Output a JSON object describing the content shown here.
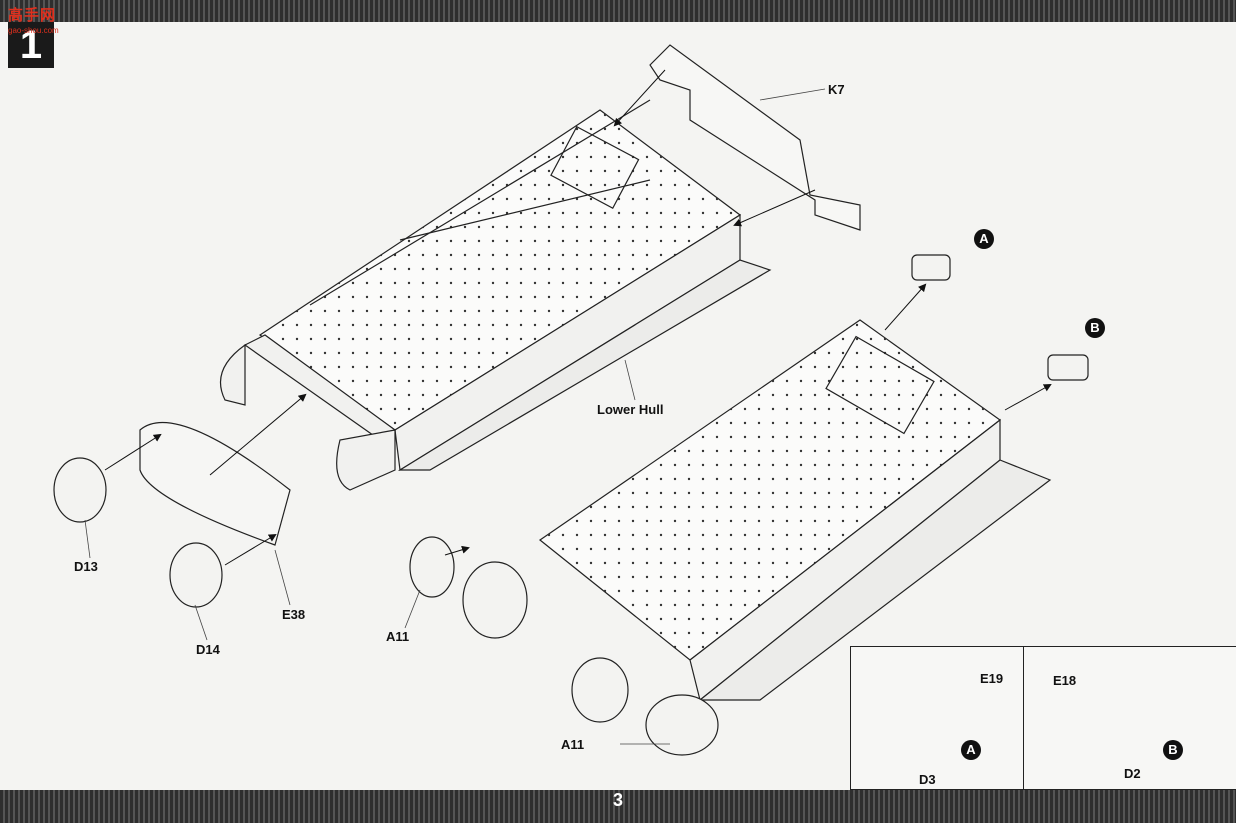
{
  "header": {
    "logo_text": "高手网",
    "logo_url_text": "gao-shou.com",
    "step_number": "1"
  },
  "footer": {
    "page_number": "3"
  },
  "labels": {
    "k7": "K7",
    "lower_hull": "Lower Hull",
    "d13": "D13",
    "d14": "D14",
    "e38": "E38",
    "a11_left": "A11",
    "a11_bottom": "A11",
    "e19": "E19",
    "e18": "E18",
    "d3": "D3",
    "d2": "D2"
  },
  "callouts": {
    "a": "A",
    "b": "B",
    "inset_a": "A",
    "inset_b": "B"
  },
  "colors": {
    "band": "#2e2e2e",
    "logo": "#e0301e",
    "line": "#222222",
    "paper": "#f4f4f2"
  }
}
